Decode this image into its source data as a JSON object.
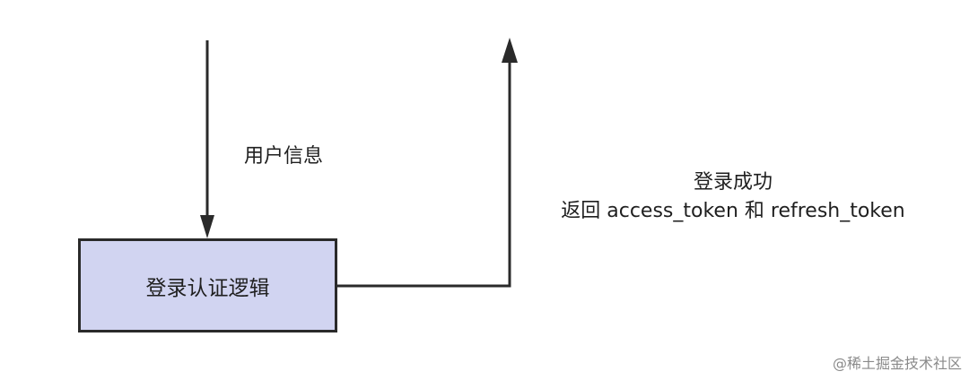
{
  "diagram": {
    "process_box": {
      "label": "登录认证逻辑",
      "fill": "#d1d4f1"
    },
    "input_label": "用户信息",
    "output_label_line1": "登录成功",
    "output_label_line2": "返回 access_token 和 refresh_token"
  },
  "watermark": "@稀土掘金技术社区"
}
